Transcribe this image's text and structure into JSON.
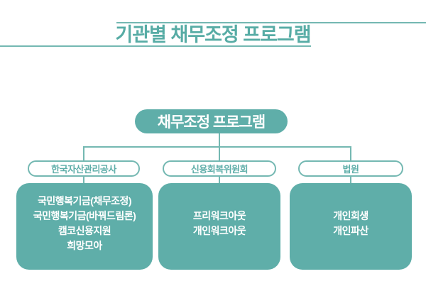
{
  "header": {
    "title": "기관별 채무조정 프로그램"
  },
  "tree": {
    "root_label": "채무조정 프로그램",
    "branches": [
      {
        "org_label": "한국자산관리공사",
        "programs": [
          "국민행복기금(채무조정)",
          "국민행복기금(바꿔드림론)",
          "캠코신용지원",
          "희망모아"
        ]
      },
      {
        "org_label": "신용회복위원회",
        "programs": [
          "프리워크아웃",
          "개인워크아웃"
        ]
      },
      {
        "org_label": "법원",
        "programs": [
          "개인회생",
          "개인파산"
        ]
      }
    ]
  },
  "colors": {
    "accent": "#5FAEA9",
    "line": "#74B8B2",
    "title_text": "#57ACA5",
    "box_text": "#FFFFFF"
  }
}
